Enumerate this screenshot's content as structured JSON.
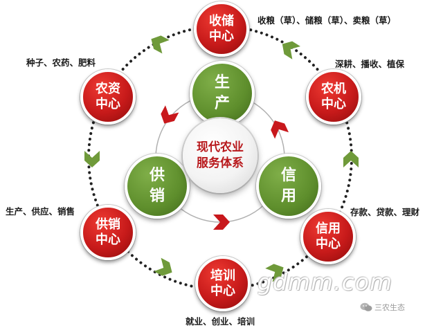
{
  "center": {
    "label": "现代农业服务体系"
  },
  "inner_nodes": [
    {
      "id": "production",
      "label": "生产"
    },
    {
      "id": "credit",
      "label": "信用"
    },
    {
      "id": "supply_sales",
      "label": "供销"
    }
  ],
  "outer_nodes": [
    {
      "id": "storage",
      "label": "收储中心",
      "annotation": "收粮（草）、储粮（草）、卖粮（草）"
    },
    {
      "id": "machinery",
      "label": "农机中心",
      "annotation": "深耕、播收、植保"
    },
    {
      "id": "credit_center",
      "label": "信用中心",
      "annotation": "存款、贷款、理财"
    },
    {
      "id": "training",
      "label": "培训中心",
      "annotation": "就业、创业、培训"
    },
    {
      "id": "supply_center",
      "label": "供销中心",
      "annotation": "生产、供应、销售"
    },
    {
      "id": "inputs",
      "label": "农资中心",
      "annotation": "种子、农药、肥料"
    }
  ],
  "watermark": "gdmm.com",
  "source_badge": "三农生态",
  "colors": {
    "outer_node": "#c71a1a",
    "inner_node": "#5e8e2c",
    "center_text": "#b8191c",
    "green_arrow": "#6f9a3a",
    "red_arrow": "#c8181c",
    "dotted_ring": "#222222"
  }
}
